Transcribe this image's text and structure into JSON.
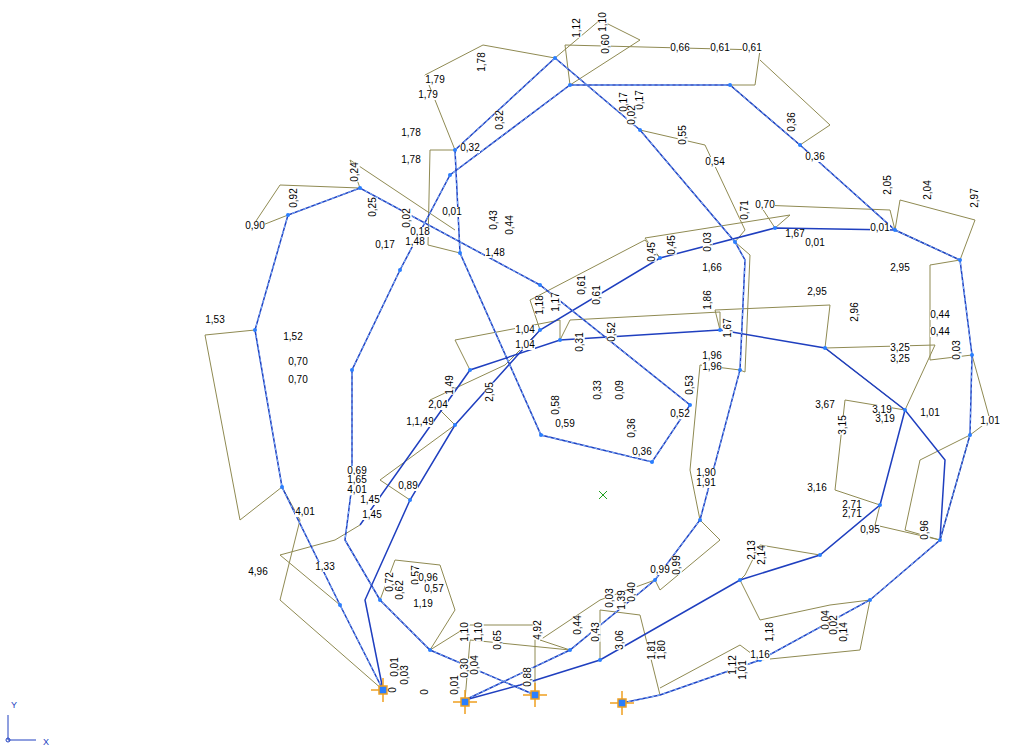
{
  "diagram": {
    "labels": [
      "1,78",
      "1,12",
      "1,10",
      "0,60",
      "0,66",
      "0,61",
      "0,61",
      "1,79",
      "1,79",
      "0,17",
      "0,17",
      "0,02",
      "0,55",
      "0,36",
      "0,36",
      "0,54",
      "1,78",
      "0,32",
      "0,32",
      "1,78",
      "0,92",
      "0,24",
      "0,25",
      "0,01",
      "0,02",
      "0,18",
      "0,17",
      "1,48",
      "0,90",
      "0,43",
      "0,44",
      "1,48",
      "2,05",
      "2,04",
      "2,97",
      "0,71",
      "0,70",
      "0,01",
      "0,01",
      "1,67",
      "0,45",
      "0,45",
      "0,03",
      "1,66",
      "1,53",
      "1,52",
      "0,61",
      "0,61",
      "1,18",
      "1,17",
      "1,04",
      "1,04",
      "0,31",
      "0,52",
      "1,86",
      "1,67",
      "2,95",
      "2,96",
      "2,95",
      "0,44",
      "0,44",
      "0,03",
      "3,25",
      "3,25",
      "0,70",
      "0,70",
      "1,49",
      "2,04",
      "2,05",
      "1,49",
      "1,49",
      "0,33",
      "0,09",
      "1,96",
      "1,96",
      "0,58",
      "0,59",
      "0,53",
      "0,52",
      "0,36",
      "0,36",
      "3,67",
      "3,15",
      "3,19",
      "3,19",
      "1,01",
      "1,01",
      "1,90",
      "1,91",
      "0,69",
      "1,65",
      "4,01",
      "4,01",
      "1,45",
      "0,89",
      "1,45",
      "3,16",
      "2,71",
      "2,71",
      "0,95",
      "0,96",
      "4,96",
      "1,33",
      "0,72",
      "0,62",
      "0,57",
      "0,96",
      "0,57",
      "1,19",
      "2,13",
      "2,14",
      "0,99",
      "0,99",
      "1,10",
      "1,10",
      "4,92",
      "0,44",
      "0,43",
      "0,03",
      "1,39",
      "0,40",
      "0,65",
      "3,06",
      "1,81",
      "1,80",
      "1,18",
      "1,16",
      "0,04",
      "0,02",
      "0,14",
      "1,12",
      "1,01",
      "0,01",
      "0,03",
      "0",
      "0",
      "0,01",
      "0,30",
      "0,04",
      "0,88",
      "Y",
      "X"
    ]
  }
}
